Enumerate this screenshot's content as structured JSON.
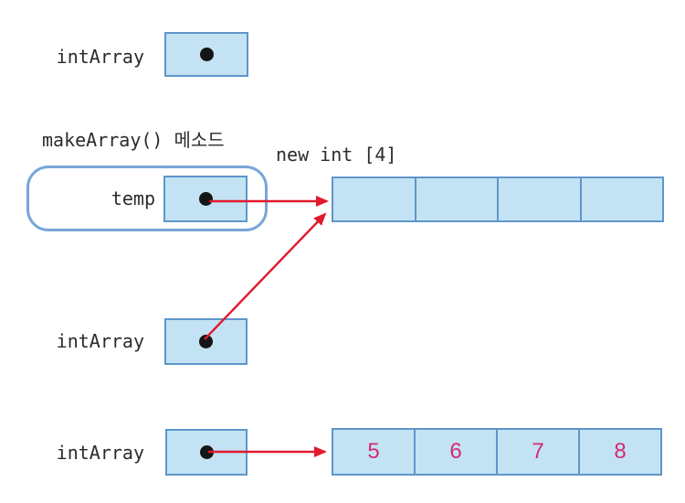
{
  "colors": {
    "box_fill": "#c3e3f4",
    "box_border": "#5e96ca",
    "frame_border": "#78a6d8",
    "arrow_red": "#e01a2e",
    "value_pink": "#d62a73",
    "label_text": "#2b2b2b",
    "dot_black": "#151515"
  },
  "top_row": {
    "label": "intArray"
  },
  "method_frame": {
    "title": "makeArray() 메소드",
    "var_label": "temp"
  },
  "heap_array": {
    "label": "new int [4]",
    "cells": [
      "",
      "",
      "",
      ""
    ]
  },
  "middle_row": {
    "label": "intArray"
  },
  "bottom_row": {
    "label": "intArray",
    "cells": [
      "5",
      "6",
      "7",
      "8"
    ]
  }
}
